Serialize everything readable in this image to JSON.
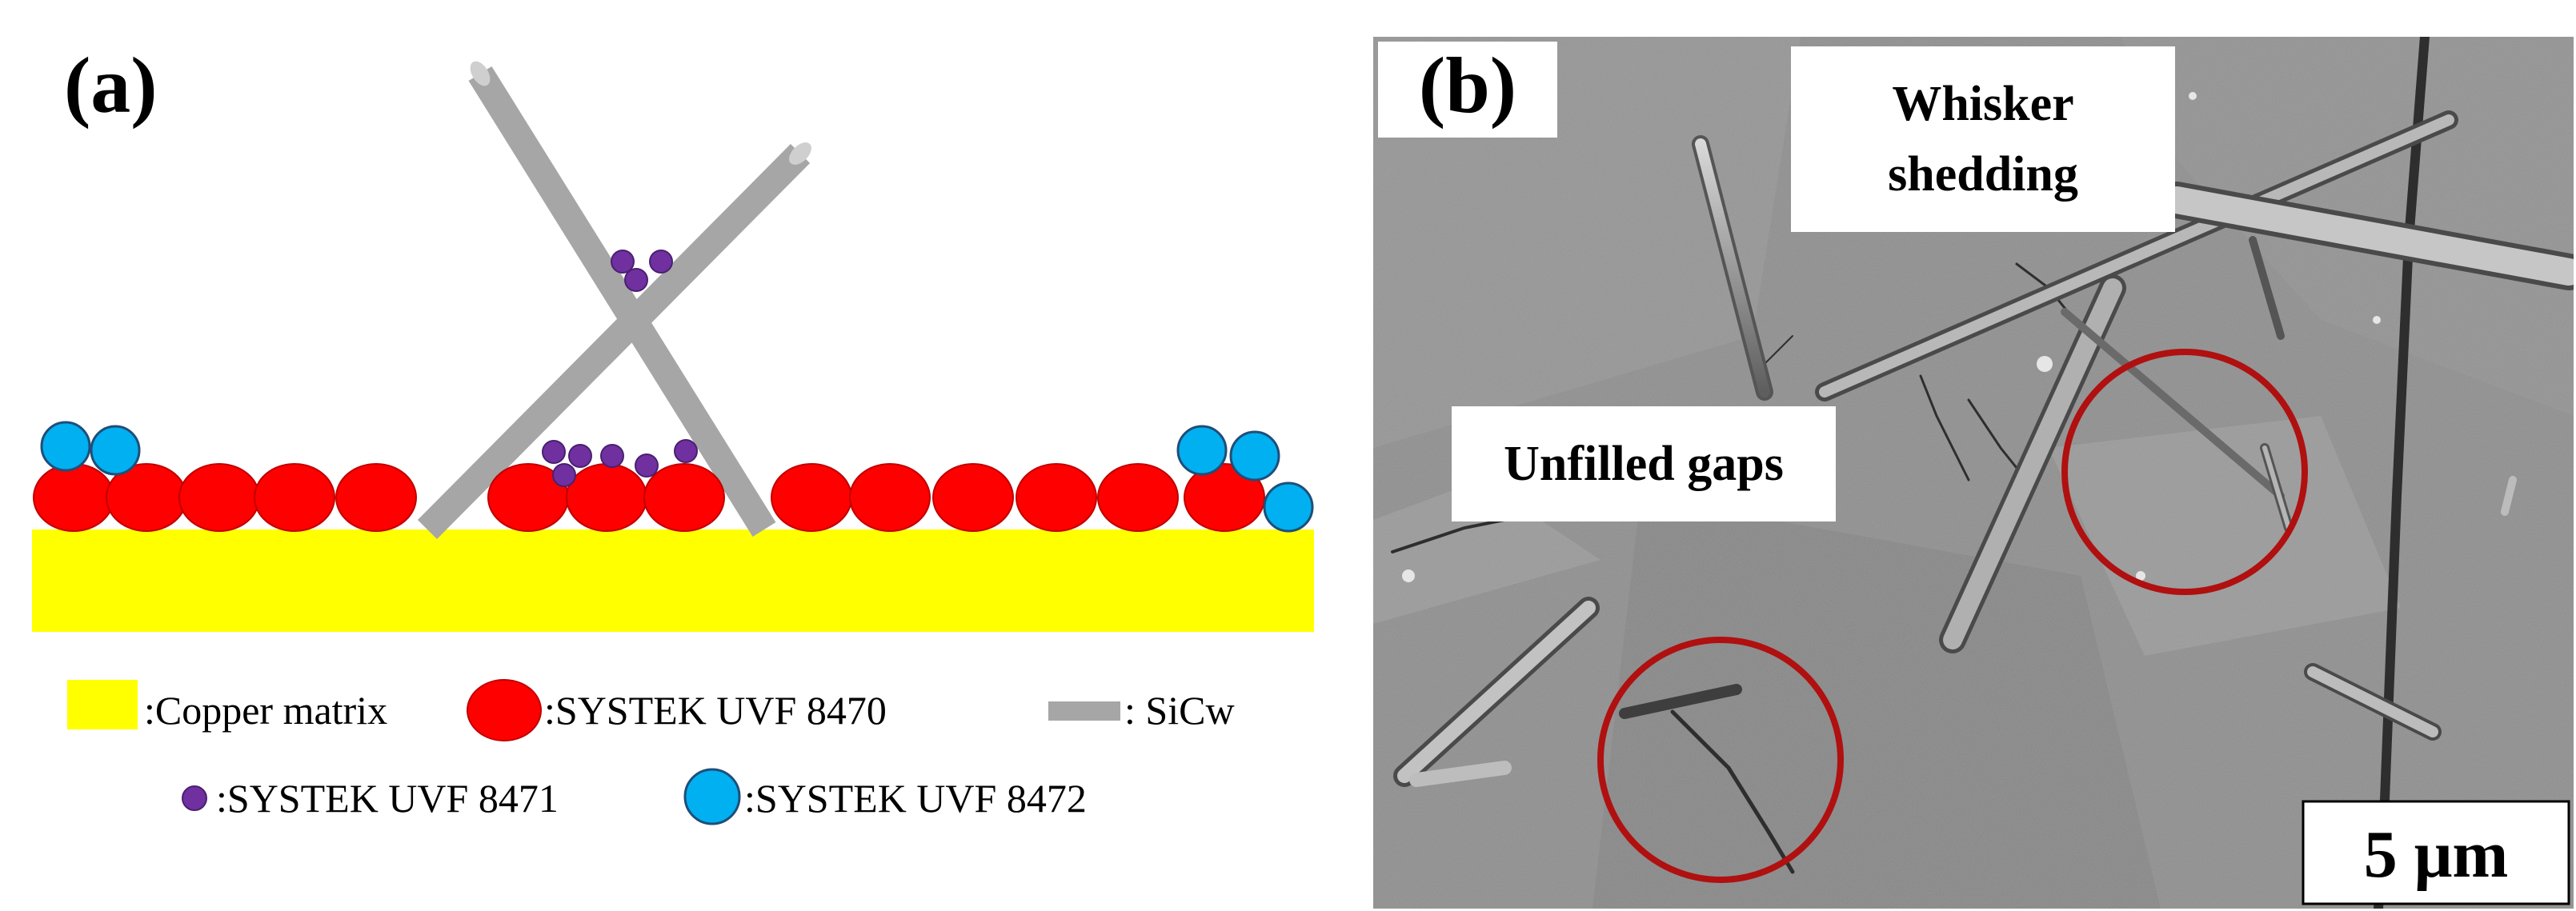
{
  "panel_a": {
    "label": "(a)",
    "legend": {
      "copper_matrix": ":Copper matrix",
      "uvf8470": ":SYSTEK UVF 8470",
      "sicw": ": SiCw",
      "uvf8471": ":SYSTEK UVF 8471",
      "uvf8472": ":SYSTEK UVF 8472"
    }
  },
  "panel_b": {
    "label": "(b)",
    "callout_whisker": [
      "Whisker",
      "shedding"
    ],
    "callout_gaps": "Unfilled gaps",
    "scale_bar": "5 μm"
  },
  "colors": {
    "copper": "#ffff00",
    "uvf8470": "#ff0000",
    "uvf8471": "#7030a0",
    "uvf8472": "#00b0f0",
    "sicw": "#a6a6a6",
    "circle": "#b01010",
    "sem_bg": "#8a8a8a"
  }
}
